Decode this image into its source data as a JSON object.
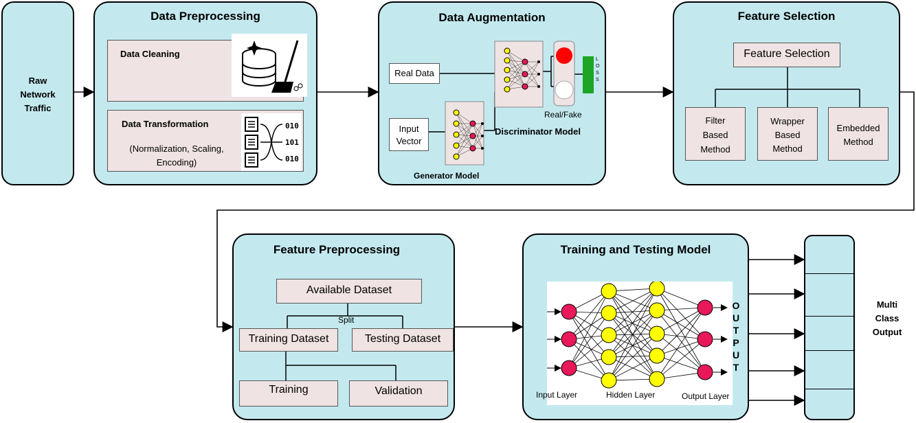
{
  "raw": {
    "label_lines": [
      "Raw",
      "Network",
      "Traffic"
    ]
  },
  "preprocessing": {
    "title": "Data Preprocessing",
    "cleaning_label": "Data Cleaning",
    "transformation_label": "Data Transformation",
    "transformation_detail_lines": [
      "(Normalization, Scaling,",
      "Encoding)"
    ]
  },
  "augmentation": {
    "title": "Data Augmentation",
    "real_data": "Real Data",
    "input_vector_lines": [
      "Input",
      "Vector"
    ],
    "discriminator": "Discriminator Model",
    "generator": "Generator Model",
    "real_fake": "Real/Fake",
    "loss": "L O S S"
  },
  "feature_selection": {
    "title": "Feature Selection",
    "root": "Feature Selection",
    "methods": [
      {
        "lines": [
          "Filter",
          "Based",
          "Method"
        ]
      },
      {
        "lines": [
          "Wrapper",
          "Based",
          "Method"
        ]
      },
      {
        "lines": [
          "Embedded",
          "Method"
        ]
      }
    ]
  },
  "feature_preprocessing": {
    "title": "Feature Preprocessing",
    "available": "Available Dataset",
    "split": "Split",
    "training_dataset": "Training Dataset",
    "testing_dataset": "Testing Dataset",
    "training": "Training",
    "validation": "Validation"
  },
  "training_testing": {
    "title": "Training and Testing Model",
    "output_letters": [
      "O",
      "U",
      "T",
      "P",
      "U",
      "T"
    ],
    "input_layer": "Input Layer",
    "hidden_layer": "Hidden Layer",
    "output_layer": "Output Layer"
  },
  "output": {
    "label_lines": [
      "Multi",
      "Class",
      "Output"
    ]
  },
  "colors": {
    "panel": "#c3e9ef",
    "box": "#efe3e3",
    "node_red": "#e8185a",
    "node_yellow": "#ffff00",
    "loss_green": "#1da526",
    "gan_red": "#ff0000"
  }
}
